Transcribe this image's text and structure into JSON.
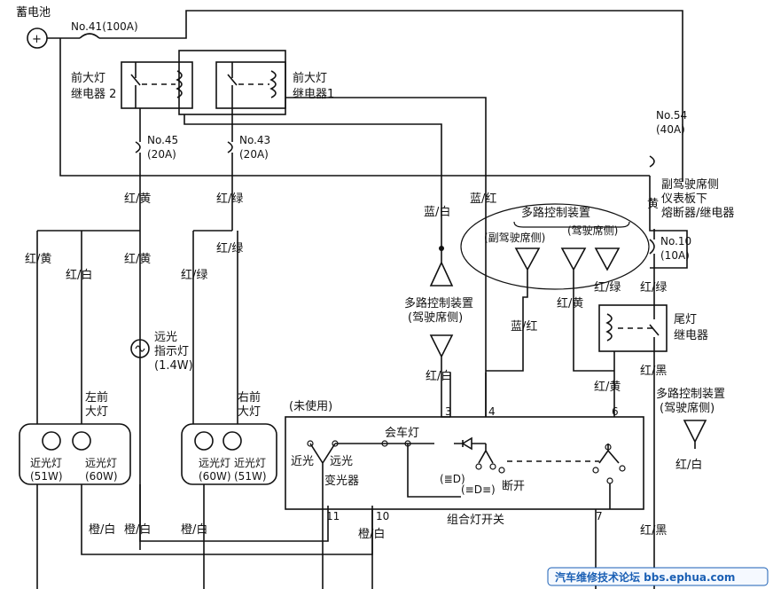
{
  "battery": {
    "label": "蓄电池",
    "symbol": "+"
  },
  "fuses": {
    "f41": "No.41(100A)",
    "f45_no": "No.45",
    "f45_a": "(20A)",
    "f43_no": "No.43",
    "f43_a": "(20A)",
    "f54_no": "No.54",
    "f54_a": "(40A)",
    "f10_no": "No.10",
    "f10_a": "(10A)"
  },
  "relays": {
    "r2_line1": "前大灯",
    "r2_line2": "继电器 2",
    "r1_line1": "前大灯",
    "r1_line2": "继电器1",
    "tail_line1": "尾灯",
    "tail_line2": "继电器"
  },
  "passenger_box": {
    "line1": "副驾驶席侧",
    "line2": "仪表板下",
    "line3": "熔断器/继电器"
  },
  "mpcu": {
    "title": "多路控制装置",
    "passenger": "(副驾驶席侧)",
    "driver": "(驾驶席侧)",
    "mid_line1": "多路控制装置",
    "mid_line2": "(驾驶席侧)",
    "right_line1": "多路控制装置",
    "right_line2": "(驾驶席侧)"
  },
  "wires": {
    "red_yellow": "红/黄",
    "red_green": "红/绿",
    "red_white": "红/白",
    "blue_white": "蓝/白",
    "blue_red": "蓝/红",
    "red_black": "红/黑",
    "orange_white": "橙/白"
  },
  "indicator": {
    "line1": "远光",
    "line2": "指示灯",
    "line3": "(1.4W)"
  },
  "left_headlight": {
    "line1": "左前",
    "line2": "大灯",
    "low": "近光灯",
    "high": "远光灯",
    "low_w": "(51W)",
    "high_w": "(60W)"
  },
  "right_headlight": {
    "line1": "右前",
    "line2": "大灯",
    "low": "近光灯",
    "high": "远光灯",
    "low_w": "(51W)",
    "high_w": "(60W)"
  },
  "switch": {
    "unused": "(未使用)",
    "passing": "会车灯",
    "low": "近光",
    "high": "远光",
    "dimmer": "变光器",
    "off": "断开",
    "combo": "组合灯开关",
    "pin3": "3",
    "pin4": "4",
    "pin6": "6",
    "pin7": "7",
    "pin10": "10",
    "pin11": "11",
    "icon_a": "(≣D)",
    "icon_b": "(≡D≡)"
  },
  "watermark": "汽车维修技术论坛 bbs.ephua.com"
}
